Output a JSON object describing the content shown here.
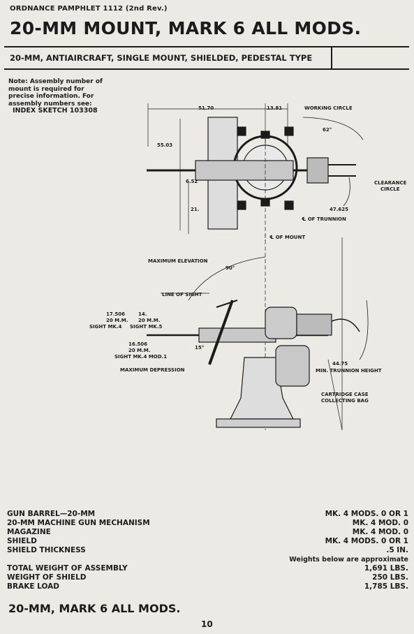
{
  "header": {
    "pamphlet": "ORDNANCE PAMPHLET 1112 (2nd Rev.)",
    "title": "20-MM MOUNT, MARK 6 ALL MODS."
  },
  "subtitle": "20-MM, ANTIAIRCRAFT, SINGLE MOUNT, SHIELDED, PEDESTAL TYPE",
  "note": {
    "text": "Note: Assembly number of mount is required for precise information. For assembly numbers see:",
    "index_sketch": "INDEX SKETCH 103308"
  },
  "drawing": {
    "labels": {
      "dim_51_70": "51.70",
      "dim_13_81": "13.81",
      "working_circle": "WORKING CIRCLE",
      "angle_62": "62°",
      "dim_55_03": "55.03",
      "dim_6_52": "6.52",
      "clearance": "CLEARANCE",
      "circle": "CIRCLE",
      "dim_21": "21.",
      "dim_47_625": "47.625",
      "cl_trunnion": "℄ OF TRUNNION",
      "cl_mount": "℄ OF MOUNT",
      "max_elevation": "MAXIMUM ELEVATION",
      "angle_90": "90°",
      "line_of_sight": "LINE OF SIGHT",
      "dim_17_506": "17.506",
      "sight_20mm_a": "20 M.M.",
      "sight_mk4": "SIGHT MK.4",
      "dim_14": "14.",
      "sight_20mm_b": "20 M.M.",
      "sight_mk5": "SIGHT MK.5",
      "dim_16_506": "16.506",
      "sight_20mm_c": "20 M.M.",
      "sight_mk4_mod1": "SIGHT MK.4 MOD.1",
      "angle_15": "15°",
      "max_depression": "MAXIMUM DEPRESSION",
      "dim_44_75": "44.75",
      "min_trunnion_height": "MIN. TRUNNION HEIGHT",
      "cartridge_case": "CARTRIDGE CASE",
      "collecting_bag": "COLLECTING BAG"
    }
  },
  "specs": {
    "gun_barrel": {
      "label": "GUN BARREL—20-MM",
      "value": "MK. 4 MODS. 0 OR 1"
    },
    "mechanism": {
      "label": "20-MM MACHINE GUN MECHANISM",
      "value": "MK. 4 MOD. 0"
    },
    "magazine": {
      "label": "MAGAZINE",
      "value": "MK. 4 MOD. 0"
    },
    "shield": {
      "label": "SHIELD",
      "value": "MK. 4 MODS. 0 OR 1"
    },
    "shield_thickness": {
      "label": "SHIELD THICKNESS",
      "value": ".5 IN."
    },
    "weights_note": "Weights below are approximate",
    "total_weight": {
      "label": "TOTAL WEIGHT OF ASSEMBLY",
      "value": "1,691 LBS."
    },
    "shield_weight": {
      "label": "WEIGHT OF SHIELD",
      "value": "250 LBS."
    },
    "brake_load": {
      "label": "BRAKE LOAD",
      "value": "1,785 LBS."
    }
  },
  "footer": {
    "title": "20-MM, MARK 6 ALL MODS.",
    "page_number": "10"
  }
}
